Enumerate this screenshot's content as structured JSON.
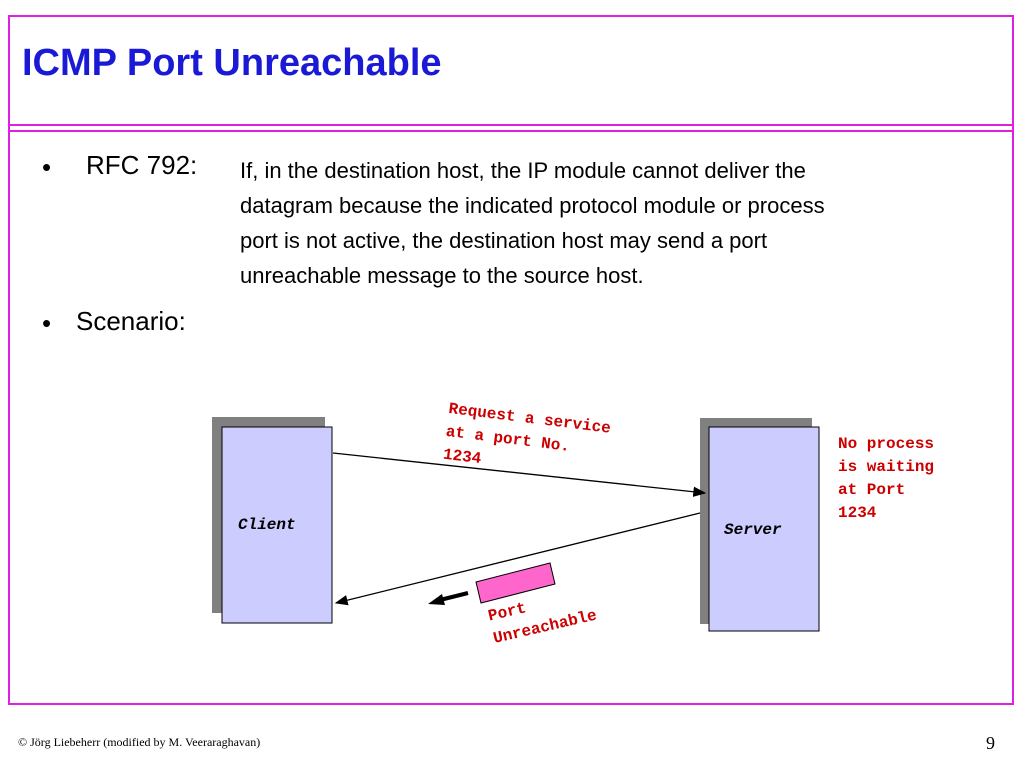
{
  "slide": {
    "title": "ICMP Port Unreachable",
    "rfc_label": "RFC 792:",
    "rfc_text": "If, in the destination host, the IP module cannot deliver the\ndatagram  because the indicated  protocol module or process\nport is not active, the destination host may send a port\nunreachable message to the source host.",
    "scenario_label": "Scenario:",
    "bullet_glyph": "•"
  },
  "diagram": {
    "client_label": "Client",
    "server_label": "Server",
    "request_text": "Request a service\nat a port No.\n1234",
    "server_note": "No process\nis waiting\nat Port\n1234",
    "reply_text": "Port\nUnreachable"
  },
  "footer": {
    "copyright": "© Jörg Liebeherr (modified by M. Veeraraghavan)",
    "page_number": "9"
  },
  "colors": {
    "title": "#1a1ad6",
    "frame": "#e020e0",
    "box_fill": "#ccccff",
    "box_shadow": "#808080",
    "annotation": "#cc0000",
    "packet": "#ff66cc"
  }
}
